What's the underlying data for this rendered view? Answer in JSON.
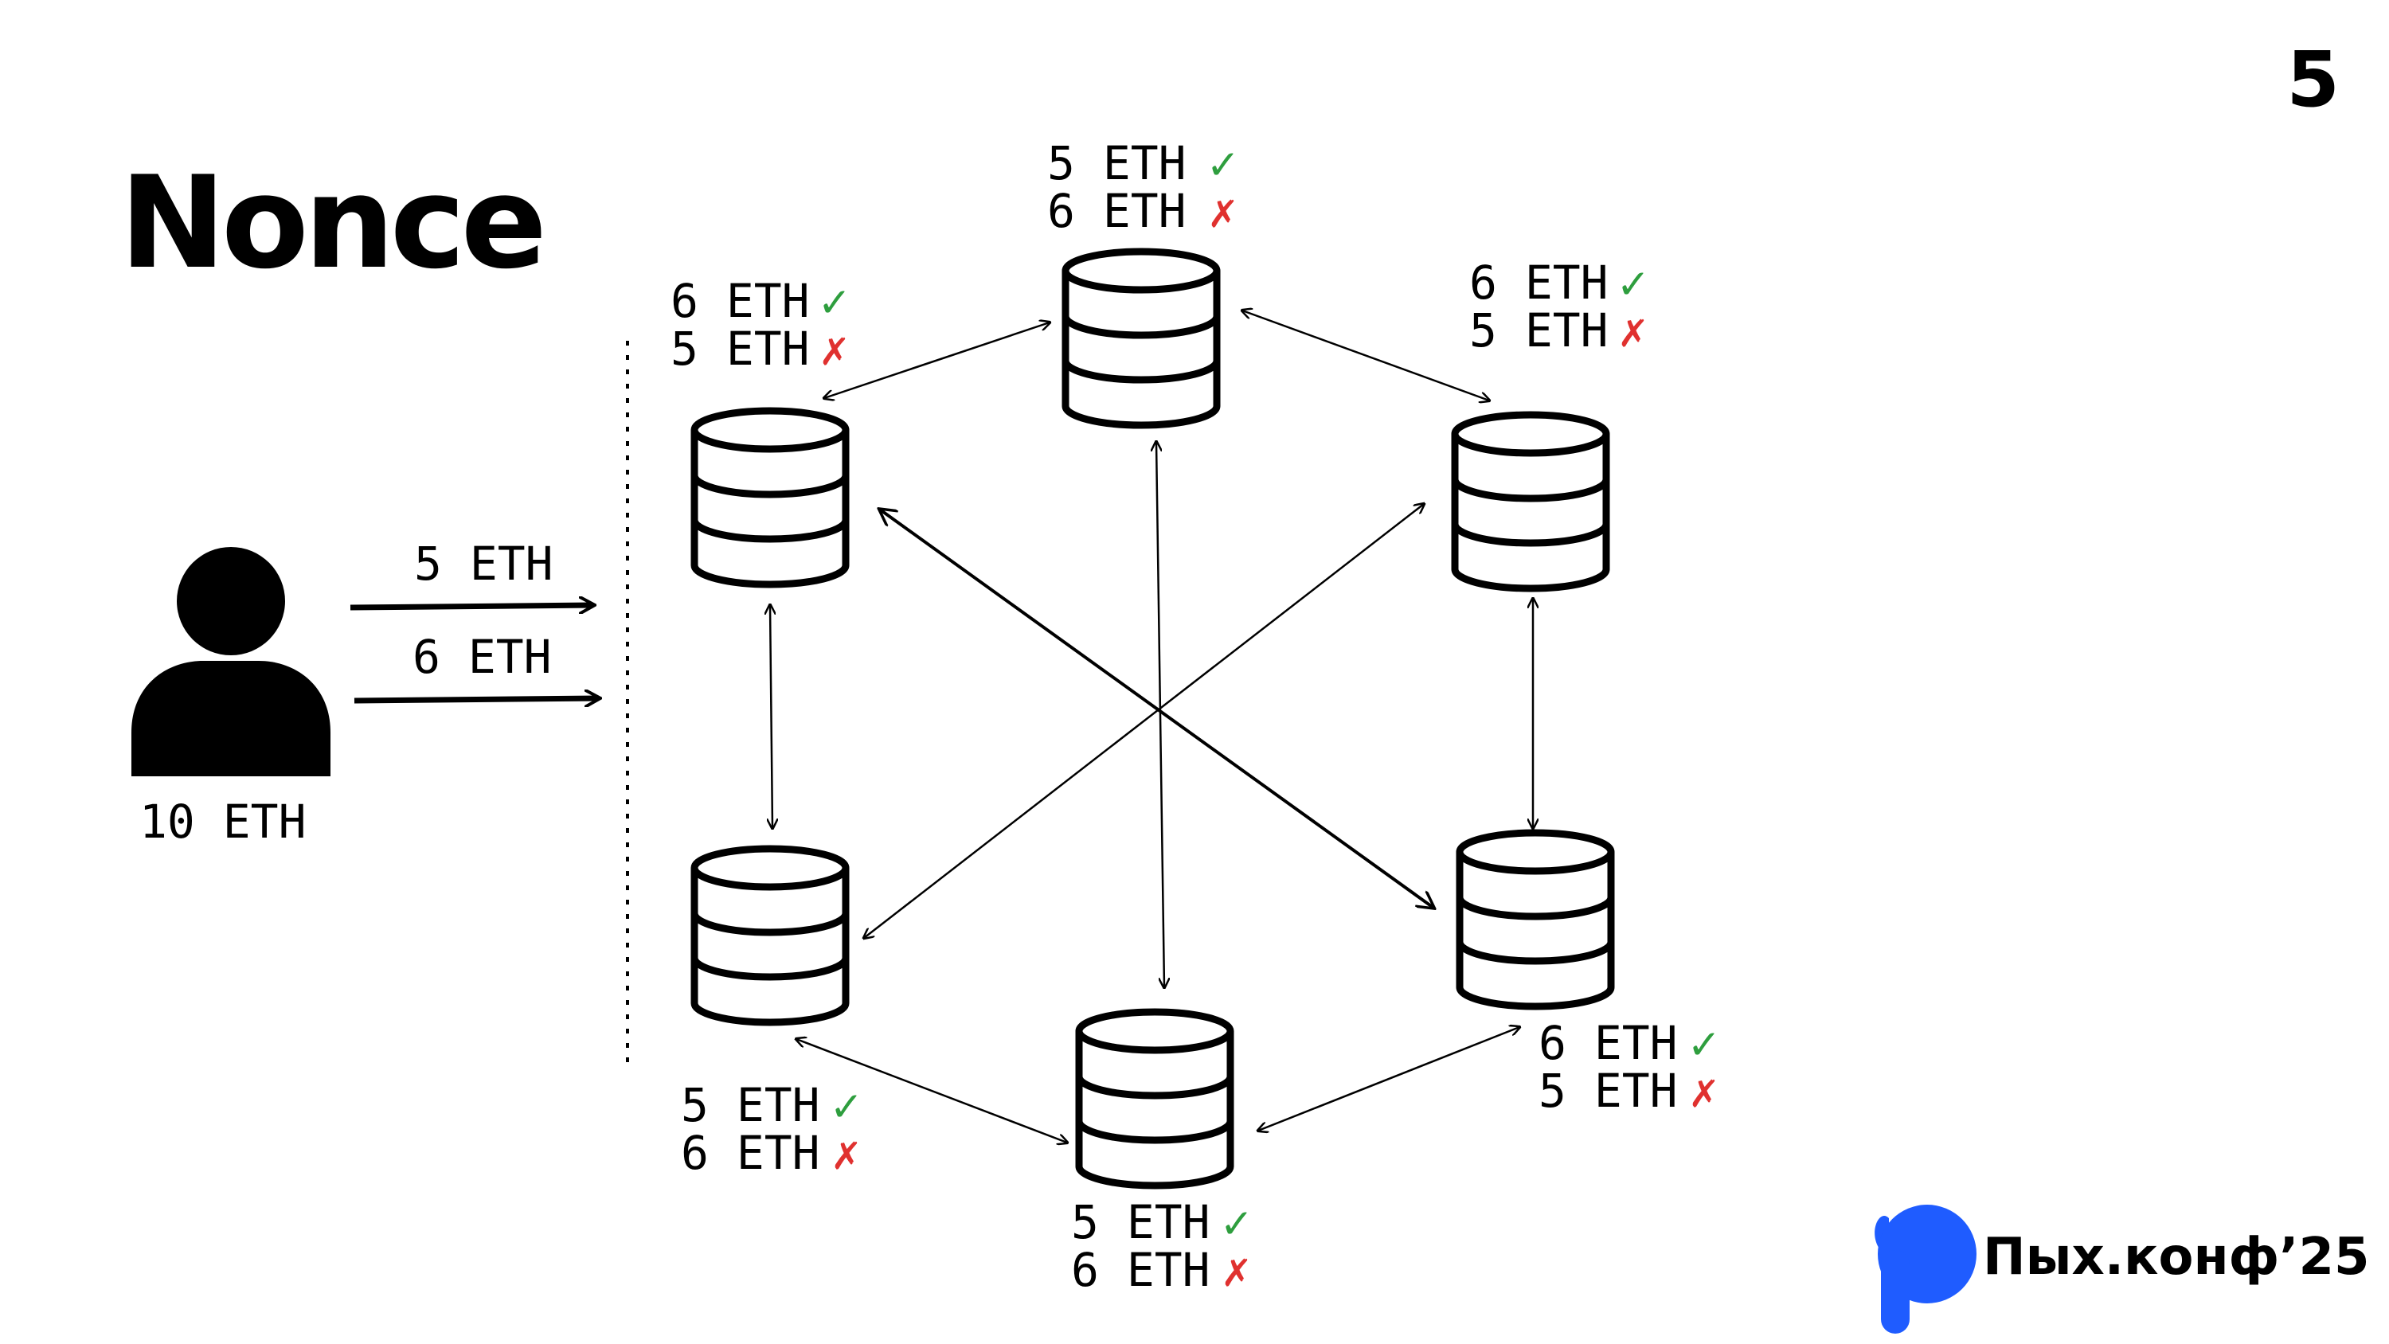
{
  "slide": {
    "title": "Nonce",
    "page_number": "5"
  },
  "user": {
    "balance": "10 ETH",
    "tx_1": "5 ETH",
    "tx_2": "6 ETH"
  },
  "nodes": [
    {
      "id": "top",
      "line1": "5 ETH",
      "mark1": "✓",
      "line2": "6 ETH",
      "mark2": "✗"
    },
    {
      "id": "upper-left",
      "line1": "6 ETH",
      "mark1": "✓",
      "line2": "5 ETH",
      "mark2": "✗"
    },
    {
      "id": "upper-right",
      "line1": "6 ETH",
      "mark1": "✓",
      "line2": "5 ETH",
      "mark2": "✗"
    },
    {
      "id": "lower-left",
      "line1": "5 ETH",
      "mark1": "✓",
      "line2": "6 ETH",
      "mark2": "✗"
    },
    {
      "id": "bottom",
      "line1": "5 ETH",
      "mark1": "✓",
      "line2": "6 ETH",
      "mark2": "✗"
    },
    {
      "id": "lower-right",
      "line1": "6 ETH",
      "mark1": "✓",
      "line2": "5 ETH",
      "mark2": "✗"
    }
  ],
  "logo": {
    "text": "Пых.конф’25"
  },
  "colors": {
    "accept": "#2e9e3e",
    "reject": "#e0312f",
    "brand": "#1f5cff",
    "ink": "#000000"
  },
  "icons": [
    "person-icon",
    "database-icon",
    "check-icon",
    "cross-icon"
  ]
}
